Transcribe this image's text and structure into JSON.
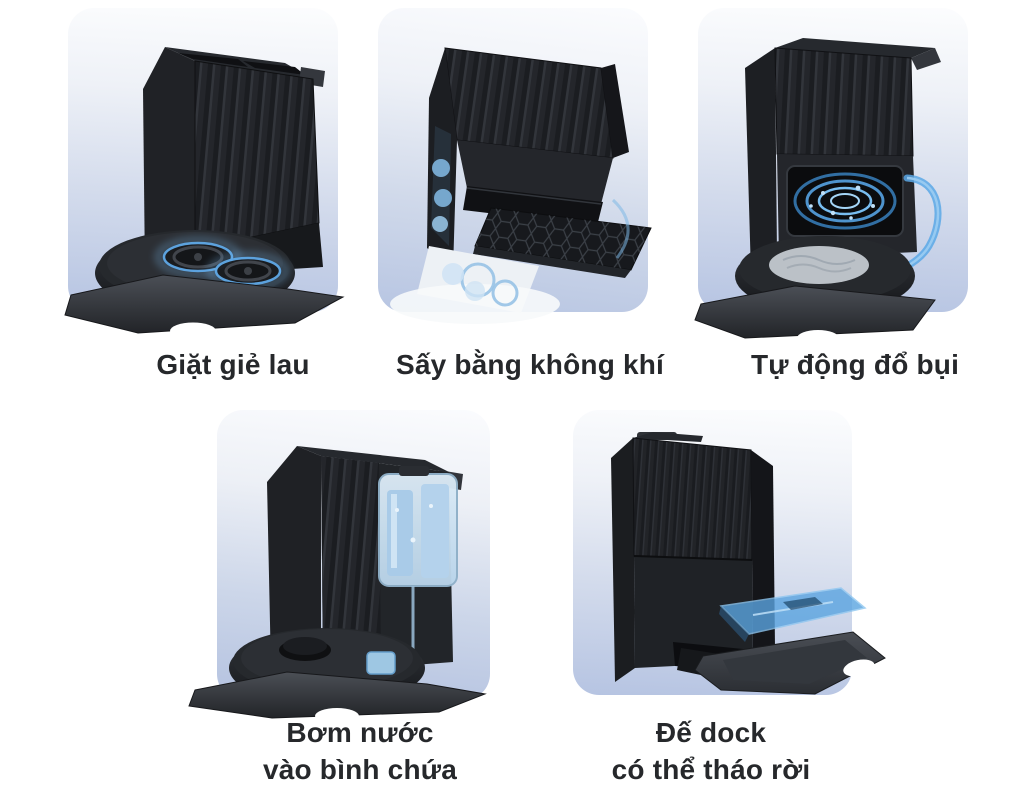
{
  "colors": {
    "page_background": "#ffffff",
    "card_gradient_top": "#fcfdfe",
    "card_gradient_bottom": "#b5c3e1",
    "caption_text": "#26282b",
    "accent_blue": "#5aa8e6",
    "product_dark": "#1c1e21"
  },
  "features": [
    {
      "id": "mop-wash",
      "caption_line1": "Giặt giẻ lau",
      "caption_line2": "",
      "image_name": "robot-dock-spinning-mop-pads-photo"
    },
    {
      "id": "air-dry",
      "caption_line1": "Sấy bằng không khí",
      "caption_line2": "",
      "image_name": "dock-underside-mop-plate-airflow-photo"
    },
    {
      "id": "auto-empty",
      "caption_line1": "Tự động đổ bụi",
      "caption_line2": "",
      "image_name": "dock-dust-bin-cutaway-airflow-photo"
    },
    {
      "id": "water-refill",
      "caption_line1": "Bơm nước",
      "caption_line2": "vào bình chứa",
      "image_name": "dock-clear-water-tank-photo"
    },
    {
      "id": "detachable-dock",
      "caption_line1": "Đế dock",
      "caption_line2": "có thể tháo rời",
      "image_name": "dock-detached-base-tray-photo"
    }
  ]
}
